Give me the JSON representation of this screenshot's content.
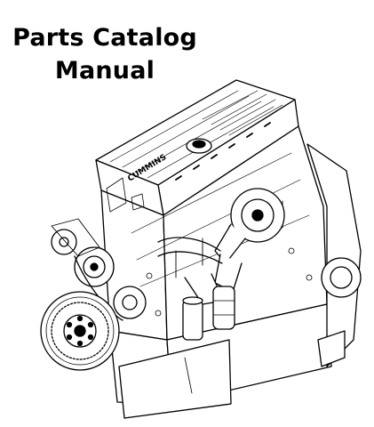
{
  "title": {
    "line1": "Parts Catalog",
    "line2": "Manual"
  },
  "illustration": {
    "icon": "diesel-engine-icon",
    "valve_cover_mark": "CUMMINS"
  },
  "colors": {
    "background": "#ffffff",
    "ink": "#000000"
  }
}
